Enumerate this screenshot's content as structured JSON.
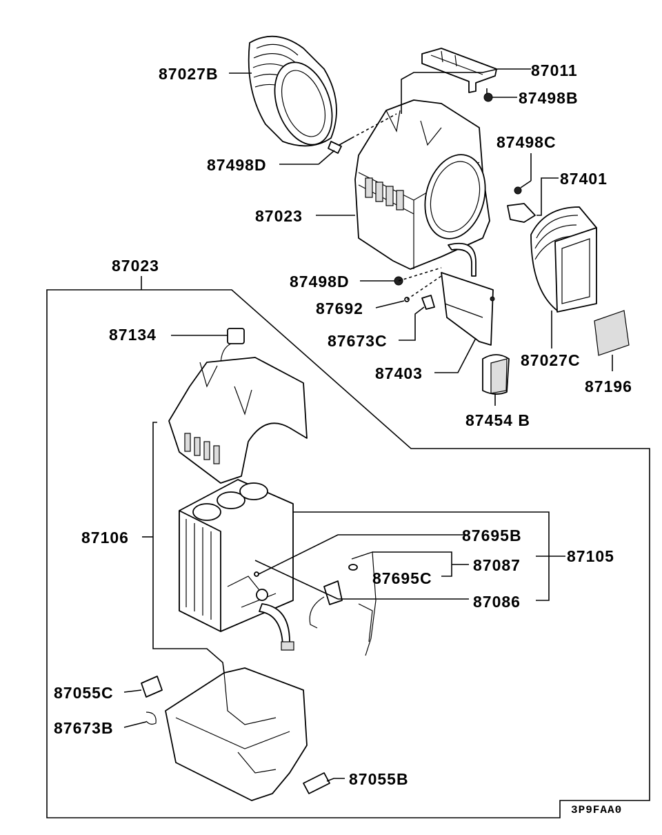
{
  "labels": {
    "p87027B": "87027B",
    "p87011": "87011",
    "p87498B": "87498B",
    "p87498D_top": "87498D",
    "p87498C": "87498C",
    "p87401": "87401",
    "p87023_top": "87023",
    "p87023_box": "87023",
    "p87498D_mid": "87498D",
    "p87692": "87692",
    "p87673C": "87673C",
    "p87134": "87134",
    "p87403": "87403",
    "p87027C": "87027C",
    "p87196": "87196",
    "p87454B": "87454 B",
    "p87106": "87106",
    "p87695B": "87695B",
    "p87105": "87105",
    "p87087": "87087",
    "p87695C": "87695C",
    "p87086": "87086",
    "p87055C": "87055C",
    "p87673B": "87673B",
    "p87055B": "87055B"
  },
  "diagram_code": "3P9FAA0"
}
